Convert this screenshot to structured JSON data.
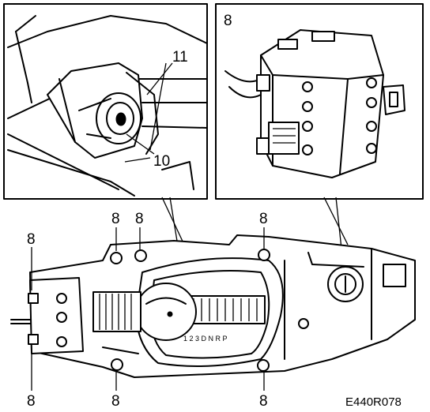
{
  "figure": {
    "reference_code": "E440R078",
    "detail_left": {
      "callouts": [
        {
          "id": "callout-11",
          "text": "11"
        },
        {
          "id": "callout-10",
          "text": "10"
        }
      ]
    },
    "detail_right": {
      "callouts": [
        {
          "id": "callout-8-detail",
          "text": "8"
        }
      ]
    },
    "main_view": {
      "callouts": [
        {
          "id": "callout-8-top-a",
          "text": "8"
        },
        {
          "id": "callout-8-top-b",
          "text": "8"
        },
        {
          "id": "callout-8-top-c",
          "text": "8"
        },
        {
          "id": "callout-8-left-top",
          "text": "8"
        },
        {
          "id": "callout-8-left-bottom",
          "text": "8"
        },
        {
          "id": "callout-8-bottom-a",
          "text": "8"
        },
        {
          "id": "callout-8-bottom-b",
          "text": "8"
        }
      ],
      "gear_indicator": "1 2 3 D N R P"
    }
  }
}
